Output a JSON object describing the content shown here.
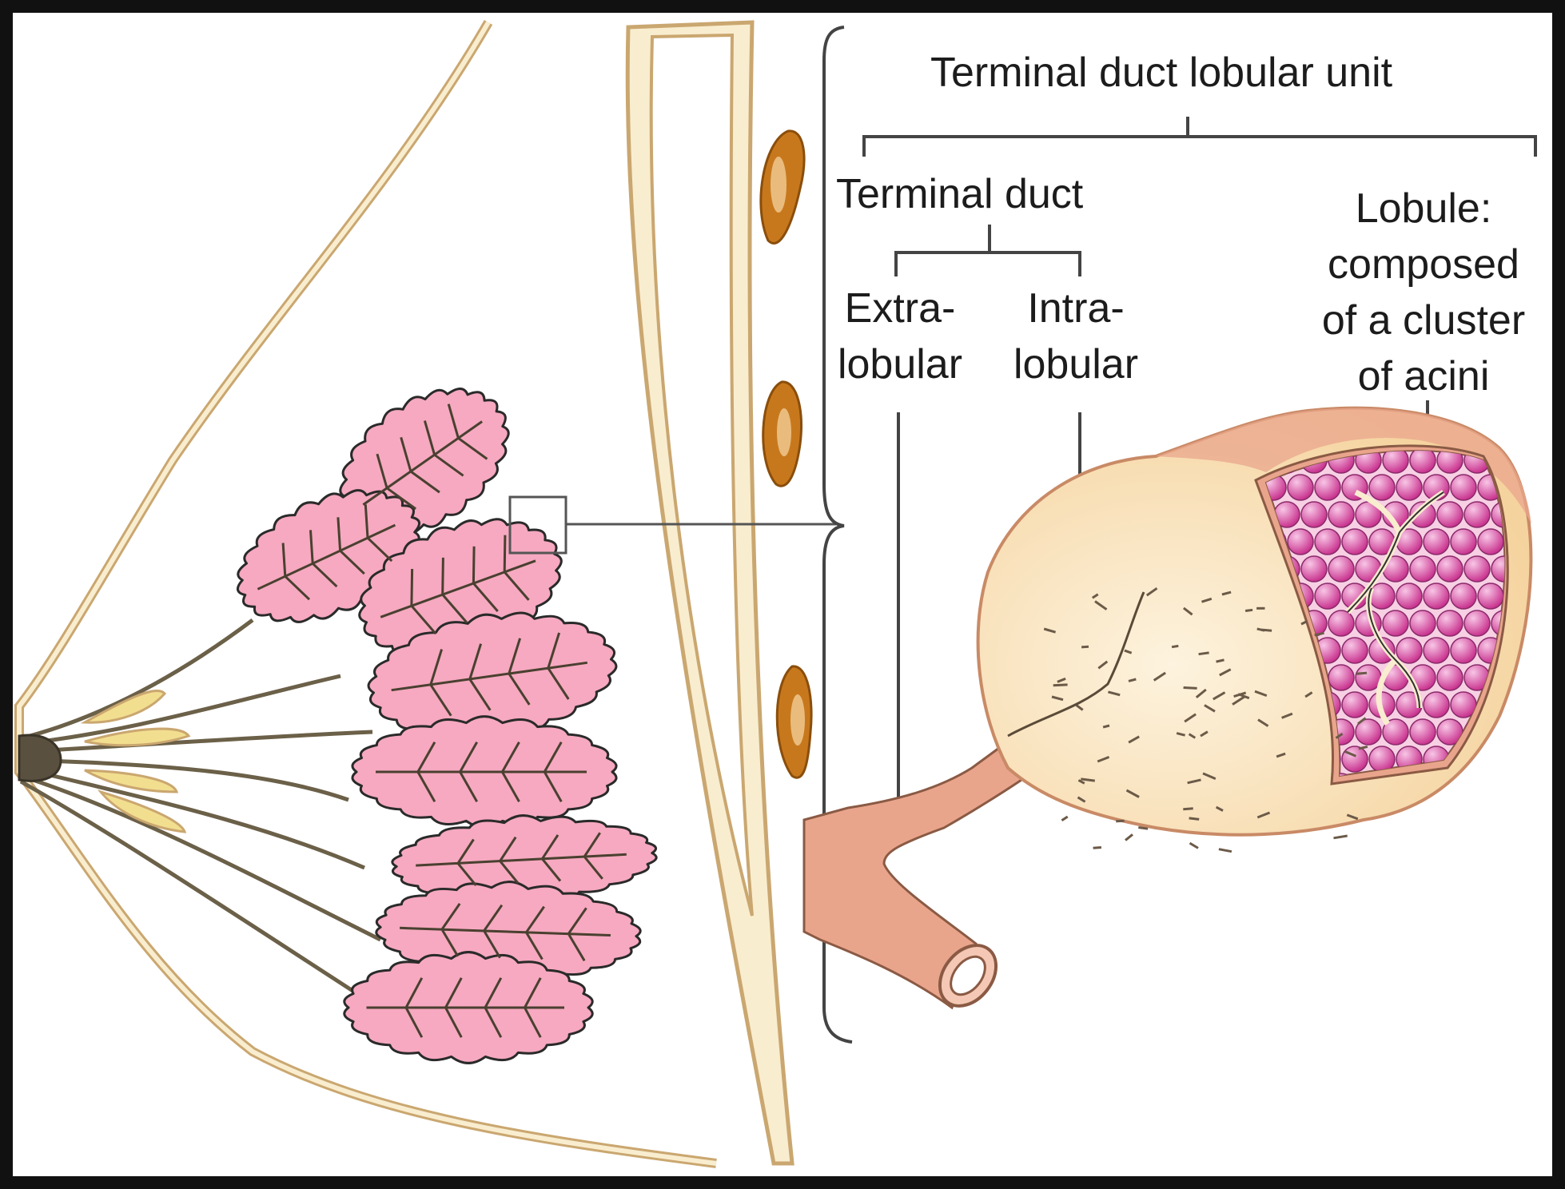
{
  "labels": {
    "tdlu": "Terminal duct lobular unit",
    "terminal_duct": "Terminal duct",
    "extra_line1": "Extra-",
    "extra_line2": "lobular",
    "intra_line1": "Intra-",
    "intra_line2": "lobular",
    "lobule_line1": "Lobule:",
    "lobule_line2": "composed",
    "lobule_line3": "of a cluster",
    "lobule_line4": "of acini"
  },
  "colors": {
    "background": "#ffffff",
    "border": "#111111",
    "tissue_outline": "#caa770",
    "tissue_fill": "#f9edcf",
    "lobe_pink": "#f6a9c0",
    "duct_yellow": "#f2de8f",
    "lymph_brown": "#c8781c",
    "tdlu_fill": "#f8dcab",
    "duct_salmon": "#e9a58c",
    "acini_magenta": "#d94ca8"
  }
}
